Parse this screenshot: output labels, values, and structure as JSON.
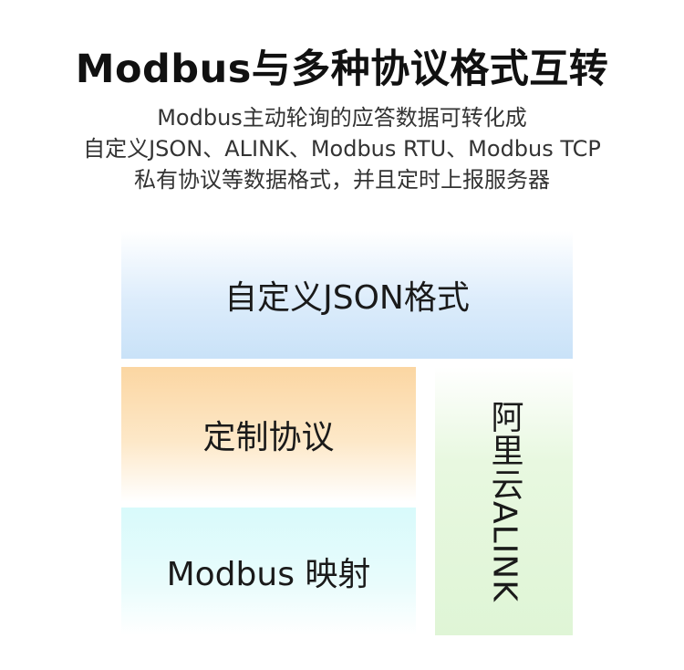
{
  "header": {
    "title": "Modbus与多种协议格式互转",
    "subtitle_lines": [
      "Modbus主动轮询的应答数据可转化成",
      "自定义JSON、ALINK、Modbus RTU、Modbus TCP",
      "私有协议等数据格式，并且定时上报服务器"
    ]
  },
  "blocks": {
    "json": {
      "label": "自定义JSON格式",
      "color": "#c9e2f8"
    },
    "custom": {
      "label": "定制协议",
      "color": "#fbd6a2"
    },
    "modbus": {
      "label": "Modbus 映射",
      "color": "#d8fafb"
    },
    "aliyun": {
      "label": "阿里云ALINK",
      "color": "#dff5d6"
    }
  }
}
